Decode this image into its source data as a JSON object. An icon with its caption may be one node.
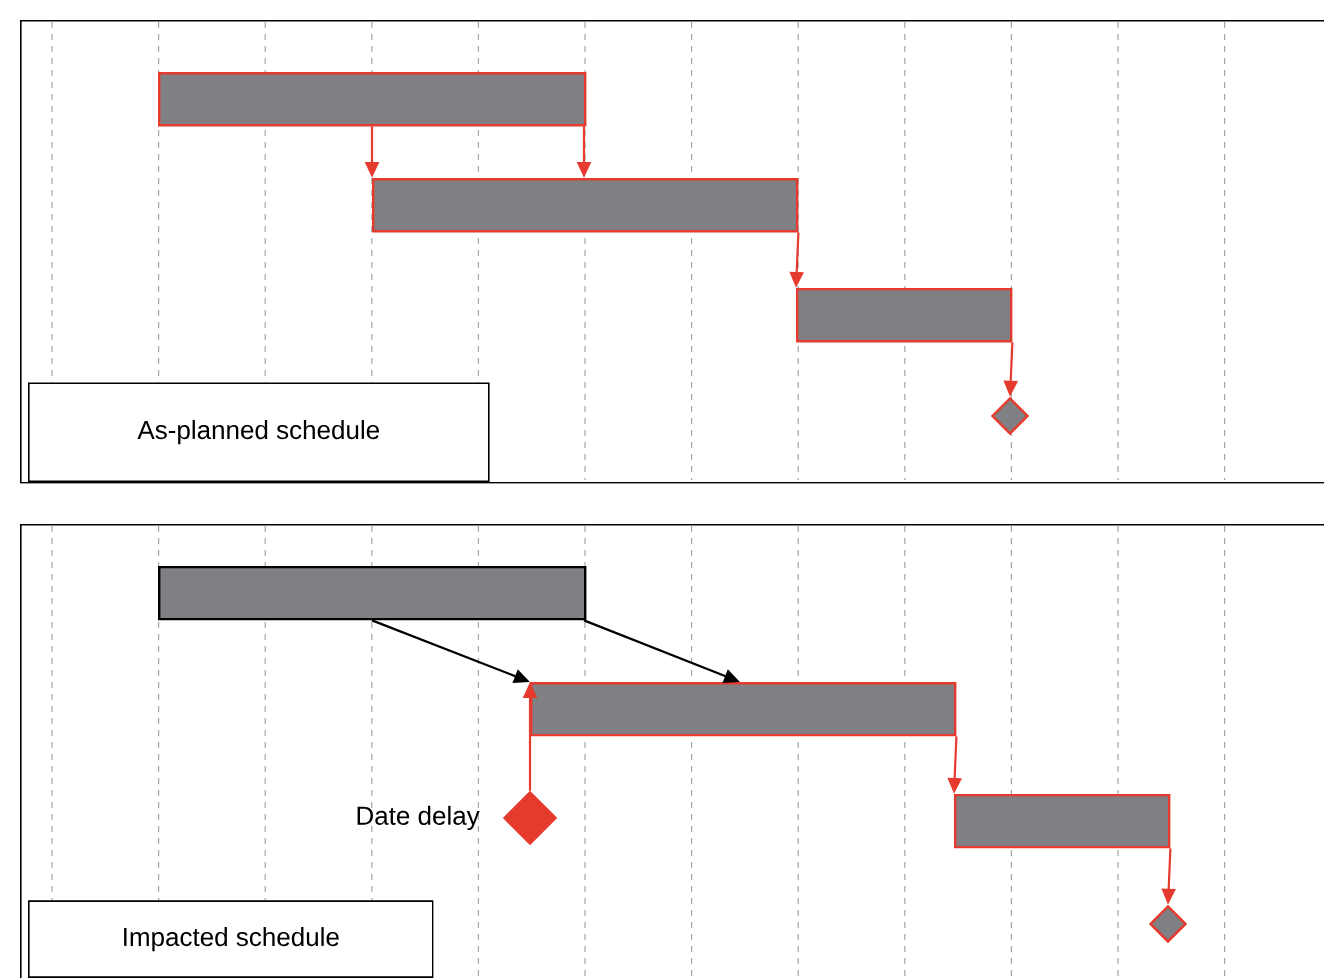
{
  "diagram": {
    "nodes": [
      {
        "text": [
          "As-planned schedule"
        ]
      },
      {
        "text": [],
        "shape": "bar",
        "in": 0
      },
      {
        "text": [],
        "shape": "bar",
        "in": 0
      },
      {
        "text": [],
        "shape": "bar",
        "in": 0
      },
      {
        "text": [],
        "shape": "diamond",
        "in": 0
      },
      {
        "text": [
          "Impacted schedule"
        ]
      },
      {
        "text": [],
        "shape": "bar",
        "in": 5
      },
      {
        "text": [],
        "shape": "bar",
        "in": 5
      },
      {
        "text": [],
        "shape": "bar",
        "in": 5
      },
      {
        "text": [],
        "shape": "diamond",
        "in": 5
      },
      {
        "text": [],
        "shape": "diamond",
        "in": 5,
        "beside": [
          "Date delay"
        ]
      }
    ],
    "edges": [
      {
        "from": 1,
        "to": 2,
        "arrow": "to"
      },
      {
        "from": 1,
        "to": 2,
        "arrow": "to"
      },
      {
        "from": 2,
        "to": 3,
        "arrow": "to"
      },
      {
        "from": 3,
        "to": 4,
        "arrow": "to"
      },
      {
        "from": 6,
        "to": 7,
        "arrow": "to",
        "color": "#000000"
      },
      {
        "from": 6,
        "to": 7,
        "arrow": "to",
        "color": "#000000"
      },
      {
        "from": 10,
        "to": 7,
        "arrow": "to"
      },
      {
        "from": 7,
        "to": 8,
        "arrow": "to"
      },
      {
        "from": 8,
        "to": 9,
        "arrow": "to"
      }
    ]
  }
}
